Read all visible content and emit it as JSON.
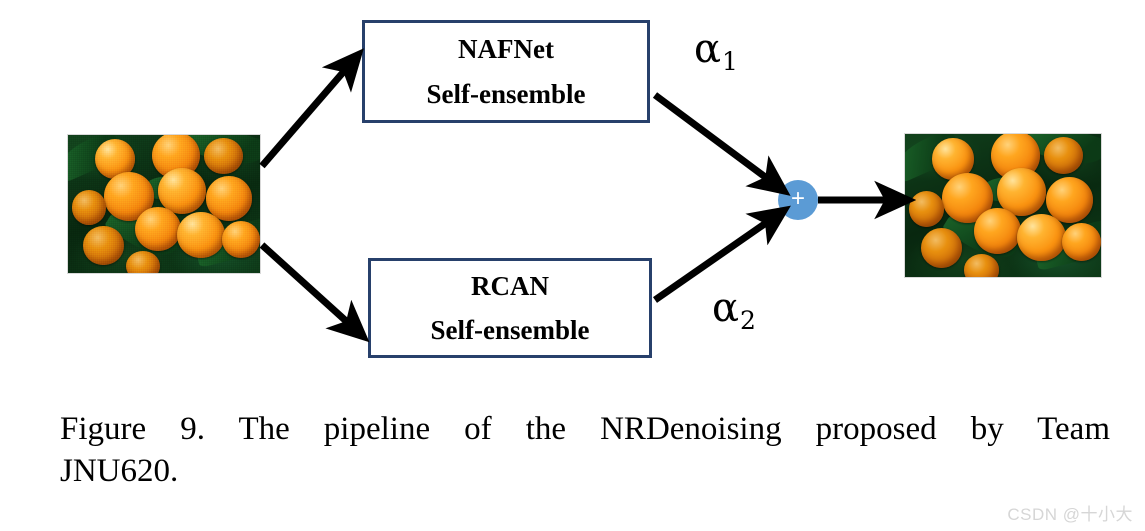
{
  "figure": {
    "caption_line_1": "Figure 9.  The pipeline of the NRDenoising proposed by Team",
    "caption_line_2": "JNU620.",
    "caption_full": "Figure 9. The pipeline of the NRDenoising proposed by Team JNU620."
  },
  "diagram": {
    "input_image": {
      "name": "input-noisy-image",
      "subject": "close-up photograph of ripe orange tangerines among dark green leaves"
    },
    "output_image": {
      "name": "output-denoised-image",
      "subject": "close-up photograph of ripe orange tangerines among dark green leaves"
    },
    "branches": [
      {
        "id": "nafnet",
        "title": "NAFNet",
        "subtitle": "Self-ensemble",
        "weight_label": "α",
        "weight_subscript": "1"
      },
      {
        "id": "rcan",
        "title": "RCAN",
        "subtitle": "Self-ensemble",
        "weight_label": "α",
        "weight_subscript": "2"
      }
    ],
    "fusion_node": {
      "name": "weighted-sum-node",
      "glyph": "+",
      "color": "#5b9bd5"
    },
    "box_border_color": "#27406b",
    "arrow_color": "#000000"
  },
  "watermark": {
    "text": "CSDN @十小大",
    "color": "#d6d6d6"
  }
}
